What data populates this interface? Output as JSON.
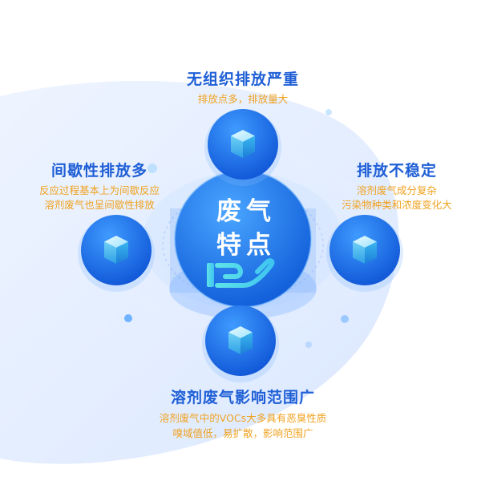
{
  "center": {
    "line1": "废气",
    "line2": "特点",
    "icon": "hand-holding-icon"
  },
  "nodes": [
    {
      "id": "top",
      "title": "无组织排放严重",
      "desc": [
        "排放点多，排放量大"
      ]
    },
    {
      "id": "left",
      "title": "间歇性排放多",
      "desc": [
        "反应过程基本上为间歇反应",
        "溶剂废气也呈间歇性排放"
      ]
    },
    {
      "id": "right",
      "title": "排放不稳定",
      "desc": [
        "溶剂废气成分复杂",
        "污染物种类和浓度变化大"
      ]
    },
    {
      "id": "bottom",
      "title": "溶剂废气影响范围广",
      "desc": [
        "溶剂废气中的VOCs大多具有恶臭性质",
        "嗅域值低，易扩散，影响范围广"
      ]
    }
  ],
  "colors": {
    "title": "#1f5fd6",
    "desc": "#f0a21f",
    "node": "#1f6fe6",
    "center": "#1f75ea"
  }
}
